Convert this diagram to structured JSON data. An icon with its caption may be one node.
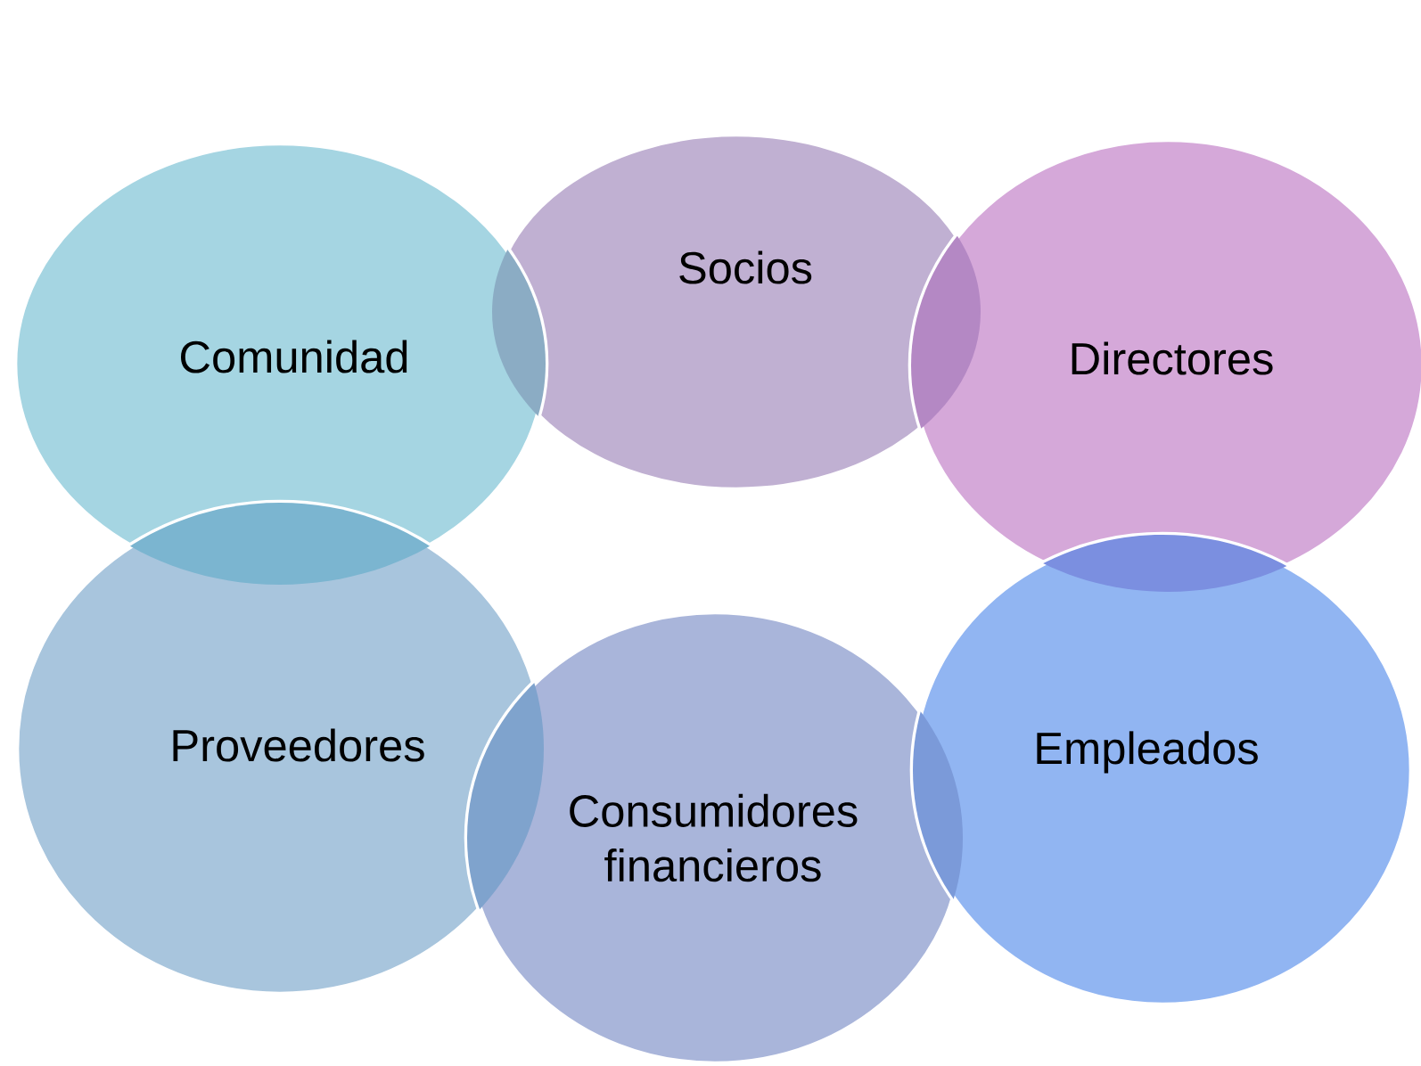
{
  "diagram": {
    "nodes": [
      {
        "text": [
          "Socios"
        ]
      },
      {
        "text": [
          "Comunidad"
        ]
      },
      {
        "text": [
          "Directores"
        ]
      },
      {
        "text": [
          "Proveedores"
        ]
      },
      {
        "text": [
          "Consumidores financieros"
        ]
      },
      {
        "text": [
          "Empleados"
        ]
      }
    ]
  }
}
